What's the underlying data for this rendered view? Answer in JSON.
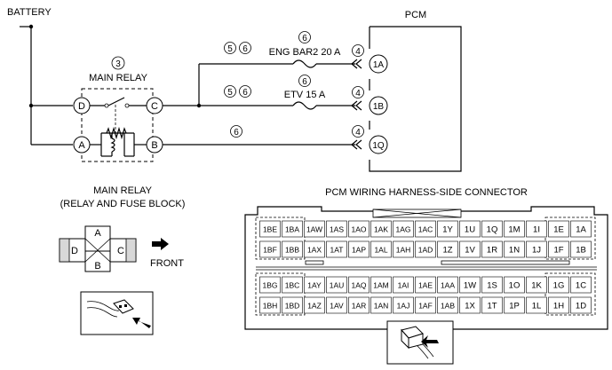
{
  "labels": {
    "battery": "BATTERY",
    "pcm": "PCM",
    "main_relay": "MAIN RELAY",
    "main_relay_ref": "3",
    "relay_block_title1": "MAIN RELAY",
    "relay_block_title2": "(RELAY AND FUSE BLOCK)",
    "front": "FRONT",
    "pcm_connector_title": "PCM WIRING HARNESS-SIDE CONNECTOR"
  },
  "relay_terminals": {
    "D": "D",
    "C": "C",
    "A": "A",
    "B": "B"
  },
  "circuits": [
    {
      "refs_left": [
        "5",
        "6"
      ],
      "ref_top": "6",
      "fuse": "ENG BAR2 20 A",
      "conn_ref": "4",
      "pin": "1A"
    },
    {
      "refs_left": [
        "5",
        "6"
      ],
      "ref_top": "6",
      "fuse": "ETV 15 A",
      "conn_ref": "4",
      "pin": "1B"
    },
    {
      "refs_left": [
        "6"
      ],
      "ref_top": "",
      "fuse": "",
      "conn_ref": "4",
      "pin": "1Q"
    }
  ],
  "relay_connector": {
    "top": "A",
    "left": "D",
    "right": "C",
    "bottom": "B"
  },
  "pcm_connector": {
    "rows": [
      [
        "1BE",
        "1BA",
        "1AW",
        "1AS",
        "1AO",
        "1AK",
        "1AG",
        "1AC",
        "1Y",
        "1U",
        "1Q",
        "1M",
        "1I",
        "1E",
        "1A"
      ],
      [
        "1BF",
        "1BB",
        "1AX",
        "1AT",
        "1AP",
        "1AL",
        "1AH",
        "1AD",
        "1Z",
        "1V",
        "1R",
        "1N",
        "1J",
        "1F",
        "1B"
      ],
      [
        "1BG",
        "1BC",
        "1AY",
        "1AU",
        "1AQ",
        "1AM",
        "1AI",
        "1AE",
        "1AA",
        "1W",
        "1S",
        "1O",
        "1K",
        "1G",
        "1C"
      ],
      [
        "1BH",
        "1BD",
        "1AZ",
        "1AV",
        "1AR",
        "1AN",
        "1AJ",
        "1AF",
        "1AB",
        "1X",
        "1T",
        "1P",
        "1L",
        "1H",
        "1D"
      ]
    ]
  }
}
